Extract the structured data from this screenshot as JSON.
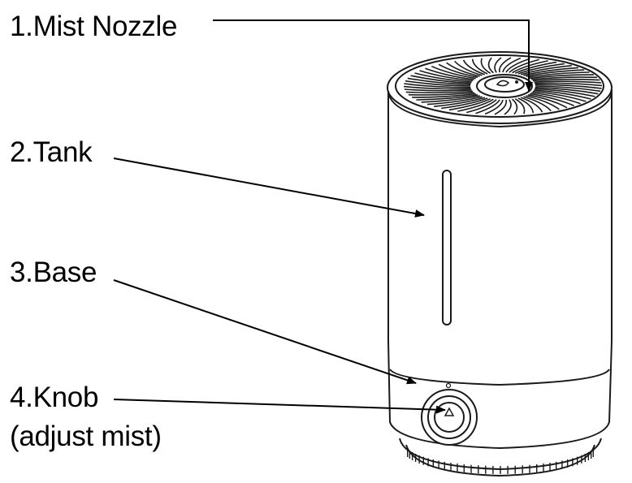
{
  "diagram": {
    "labels": [
      {
        "id": "mist-nozzle",
        "text": "1.Mist Nozzle"
      },
      {
        "id": "tank",
        "text": "2.Tank"
      },
      {
        "id": "base",
        "text": "3.Base"
      },
      {
        "id": "knob",
        "text": "4.Knob"
      }
    ],
    "knob_note": "(adjust mist)"
  },
  "colors": {
    "line": "#000000",
    "background": "#ffffff",
    "body_outline": "#1a1a1a"
  },
  "icons": [
    "humidifier-outline",
    "mist-nozzle-icon",
    "knob-icon"
  ]
}
